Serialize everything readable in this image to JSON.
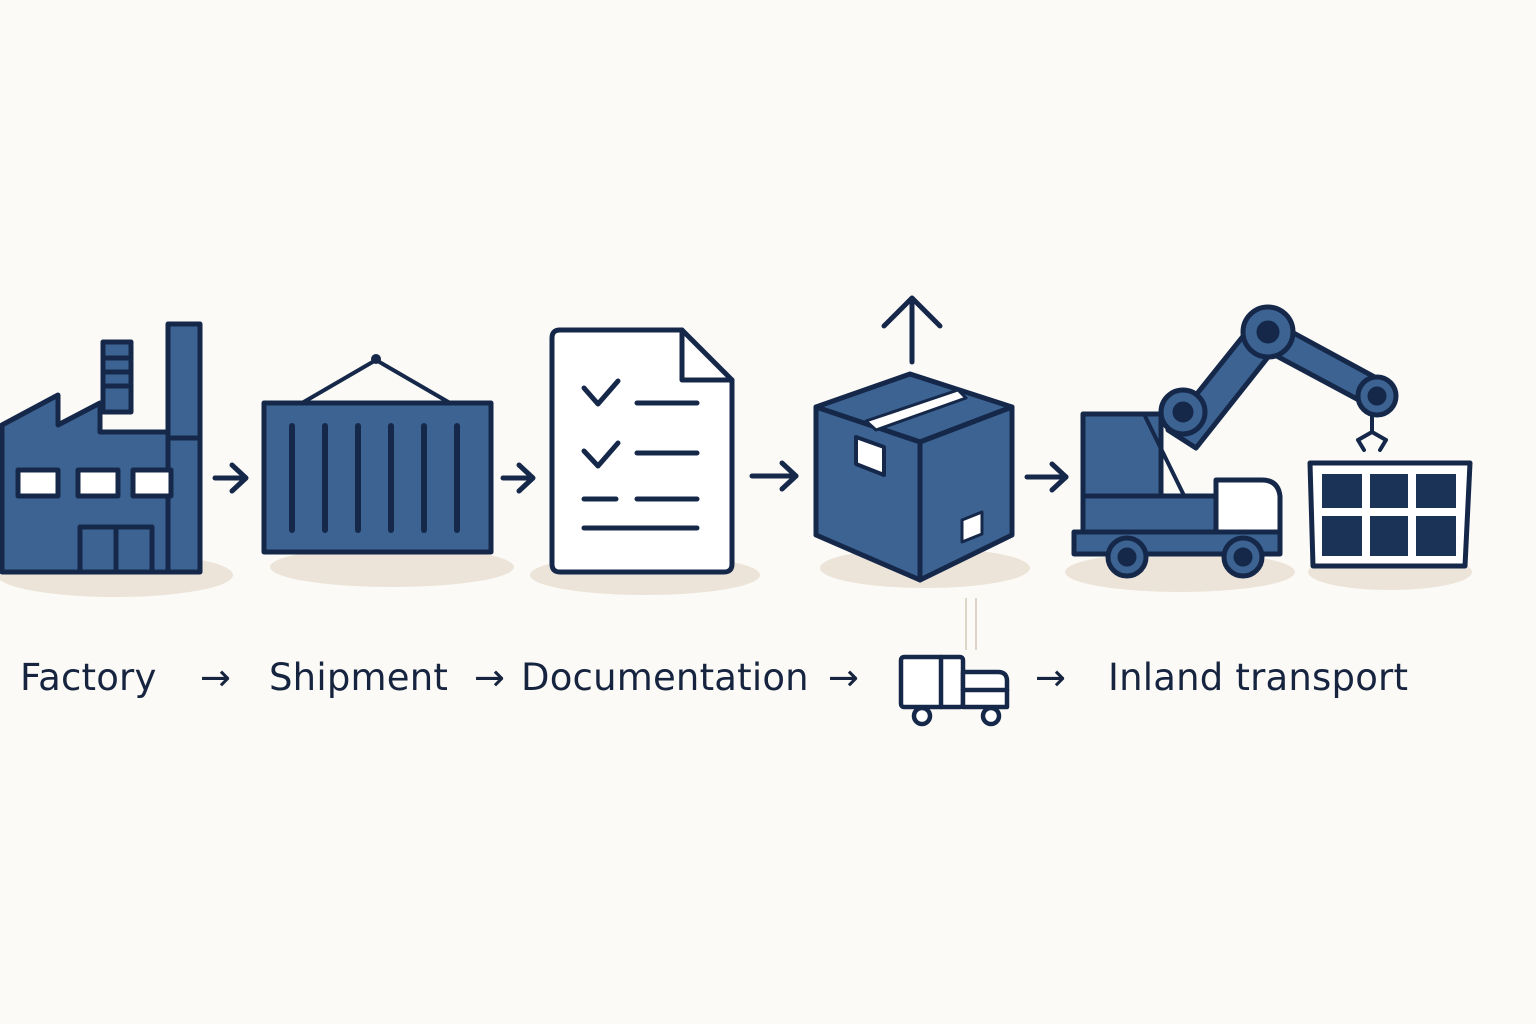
{
  "colors": {
    "background": "#fbfaf6",
    "icon_fill": "#3c6391",
    "outline": "#15284a",
    "shadow": "#ece4d8",
    "paper": "#ffffff"
  },
  "steps": [
    {
      "label": "Factory",
      "icon": "factory-icon"
    },
    {
      "label": "Shipment",
      "icon": "shipping-container-icon"
    },
    {
      "label": "Documentation",
      "icon": "checklist-document-icon"
    },
    {
      "label": "",
      "icon": "box-truck-icon"
    },
    {
      "label": "Inland transport",
      "icon": "truck-robotic-arm-icon"
    }
  ],
  "label_arrows": [
    "→",
    "→",
    "→",
    "→"
  ]
}
